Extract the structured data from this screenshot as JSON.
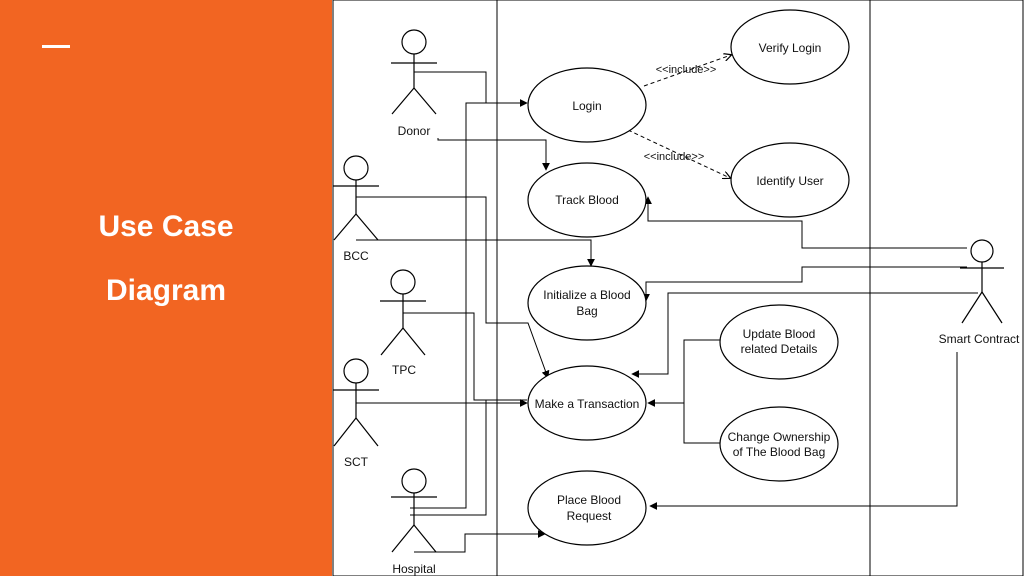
{
  "slide": {
    "title_line1": "Use Case",
    "title_line2": "Diagram",
    "accent_color": "#f26522"
  },
  "diagram": {
    "actors": {
      "donor": "Donor",
      "bcc": "BCC",
      "tpc": "TPC",
      "sct": "SCT",
      "hospital": "Hospital",
      "smart_contract": "Smart Contract"
    },
    "use_cases": {
      "login": "Login",
      "verify_login": "Verify Login",
      "identify_user": "Identify User",
      "track_blood": "Track Blood",
      "init_line1": "Initialize a Blood",
      "init_line2": "Bag",
      "update_line1": "Update Blood",
      "update_line2": "related Details",
      "make_transaction": "Make a Transaction",
      "change_line1": "Change Ownership",
      "change_line2": "of The Blood Bag",
      "request_line1": "Place Blood",
      "request_line2": "Request"
    },
    "include_label": "<<include>>"
  }
}
